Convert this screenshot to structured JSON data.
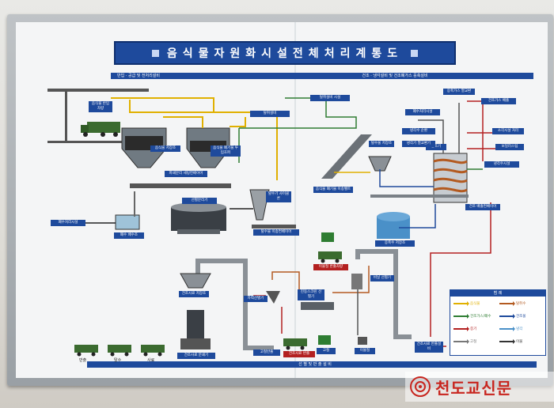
{
  "title": "음식물자원화시설전체처리계통도",
  "sections": {
    "left": "반입 · 공급 및 전처리설비",
    "right": "건조 · 냉각설비 및 건조폐가스 응축설비",
    "bottom": "선 별 및 반 출 설 비"
  },
  "labels": {
    "truck_in": "음식물 반입차량",
    "deodor_1": "탈취설비",
    "deodor_2": "탈취설비 시설",
    "hopper_1": "음식물 저장조",
    "hopper_2": "음식물 폐기물 투입호퍼",
    "screw_1": "파쇄분리 세팅컨베이어",
    "separator": "선별분리기",
    "wastewater_tank": "폐수 배수조",
    "to_wastewater": "폐수처리시설",
    "cyclone": "탈수기 사이클론",
    "dewater_conv": "탈수물 이송컨베이어",
    "bucket_elev": "음식물 폐기물 이송벨트",
    "dewater_tank": "탈수물 저장조",
    "dryer": "건조기",
    "condensed": "응축수 저장조",
    "dryer_out": "건조 배출컨베이어",
    "cooler_box": "냉각기 열교환기",
    "gas_1": "응축가스 열교환",
    "gas_2": "건조가스 배출",
    "gas_3": "폐수처리시설",
    "gas_4": "소각시설 처리",
    "gas_5": "냉각수시설",
    "gas_6": "보일러스팀",
    "gas_7": "냉각수 순환",
    "foreign_1": "이물질 반출차량",
    "hopper_bottom": "건조사료 저장조",
    "crusher": "건조사료 분쇄기",
    "mag_sep": "자력선별기",
    "shaker": "진동스크린 선별기",
    "bag": "비닐 선별기",
    "foreign_out": "이물질",
    "scrap": "고철",
    "final": "건조사료 반출설비",
    "truck_a": "반출",
    "truck_b": "탈수",
    "truck_c": "사료",
    "truck_d": "건조사료 반출",
    "truck_e": "고철반출"
  },
  "legend": {
    "title": "범 례",
    "items": [
      "음식물",
      "탈취수",
      "건조가스/폐수",
      "건조물",
      "증기",
      "냉각",
      "고철",
      "이물"
    ]
  },
  "watermark": "천도교신문",
  "colors": {
    "navy": "#1e4a9c",
    "red": "#b32020",
    "yellow": "#e0b000",
    "green": "#2e7d32",
    "gray": "#8a8f94"
  }
}
